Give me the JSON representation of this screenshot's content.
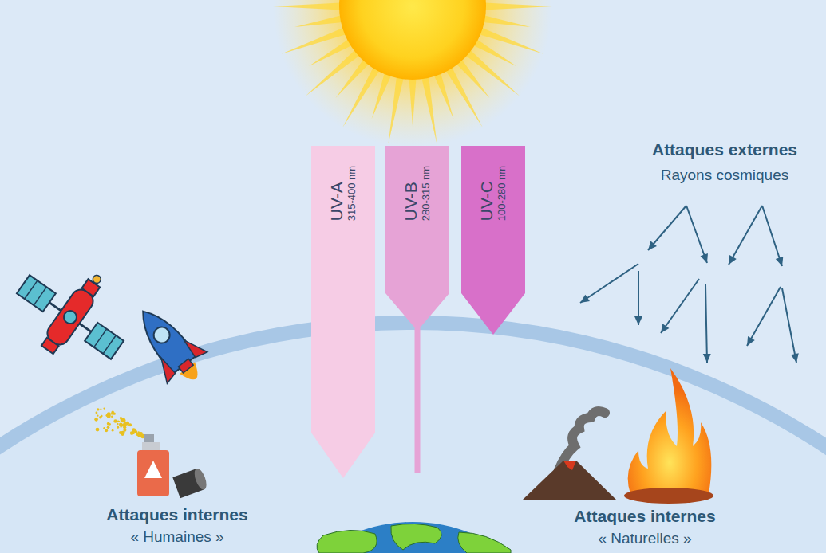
{
  "diagram": {
    "nodes": [
      {
        "text": [
          "UV-A",
          "315-400 nm"
        ]
      },
      {
        "text": [
          "UV-B",
          "280-315 nm"
        ]
      },
      {
        "text": [
          "UV-C",
          "100-280 nm"
        ]
      }
    ],
    "labels": [
      "Attaques externes",
      "Rayons cosmiques",
      "Attaques internes",
      "« Humaines »",
      "Attaques internes",
      "« Naturelles »"
    ]
  }
}
